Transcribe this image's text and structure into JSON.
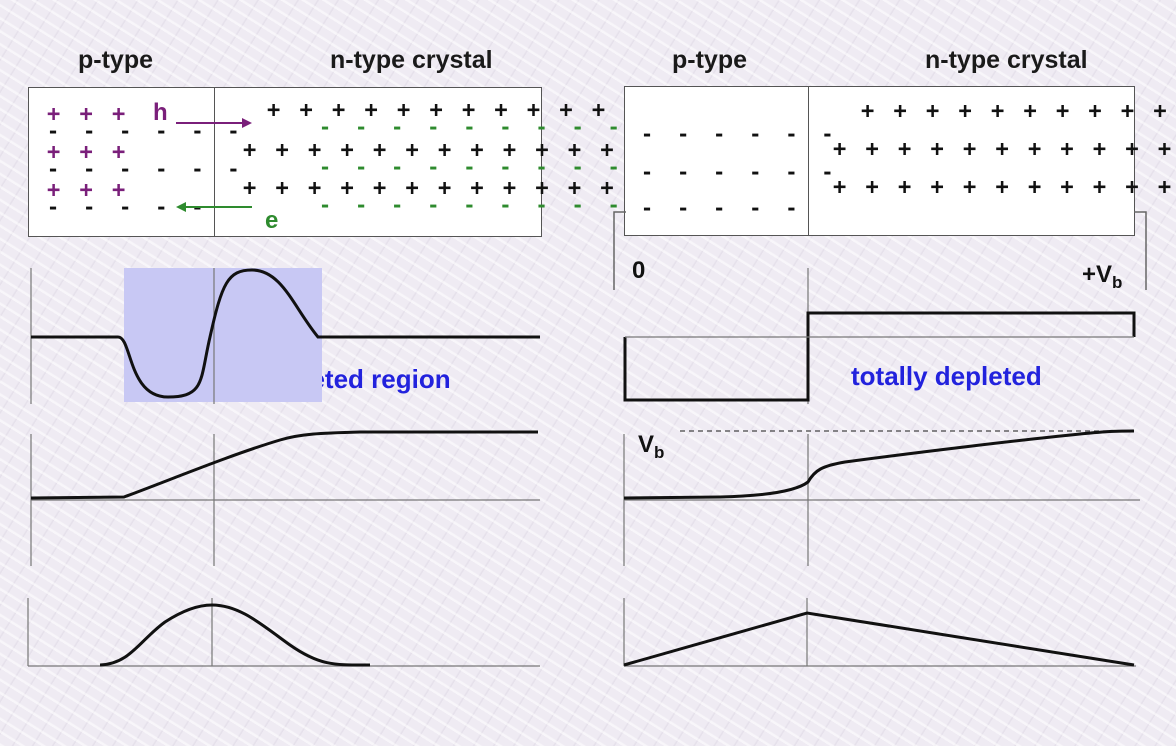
{
  "left_panel": {
    "p_label": "p-type",
    "n_label": "n-type crystal",
    "holes": {
      "symbol": "+ + +",
      "color": "#7a1f7a"
    },
    "holes_rows": [
      "+ + +",
      "+ + +",
      "+ + +"
    ],
    "p_minus_rows": [
      "- - - - - -",
      "- - - - - -",
      "- - - - -"
    ],
    "n_plus_rows": [
      "+ + + + + + + + + + + +",
      "+ + + + + + + + + + + + + +",
      "+ + + + + + + + + + + + + +"
    ],
    "n_minus_rows": [
      "- - - - - - - - -",
      "- - - - - - - - -",
      "- - - - - - - - -"
    ],
    "hole_arrow_label": "h",
    "electron_arrow_label": "e",
    "region_label": "depleted region"
  },
  "right_panel": {
    "p_label": "p-type",
    "n_label": "n-type crystal",
    "p_minus_rows": [
      "- - - - - -",
      "- - - - - -",
      "- - - - -"
    ],
    "n_plus_rows": [
      "+ + + + + + + + + +",
      "+ + + + + + + + + + + +",
      "+ + + + + + + + + + + +"
    ],
    "zero_label": "0",
    "bias_label_prefix": "+V",
    "bias_label_sub": "b",
    "region_label": "totally depleted",
    "vb_label": "V",
    "vb_sub": "b"
  },
  "colors": {
    "depleted_fill": "#c8c8f4",
    "region_text": "#2222dd",
    "hole_color": "#7a1f7a",
    "electron_color": "#2e8b2e"
  }
}
